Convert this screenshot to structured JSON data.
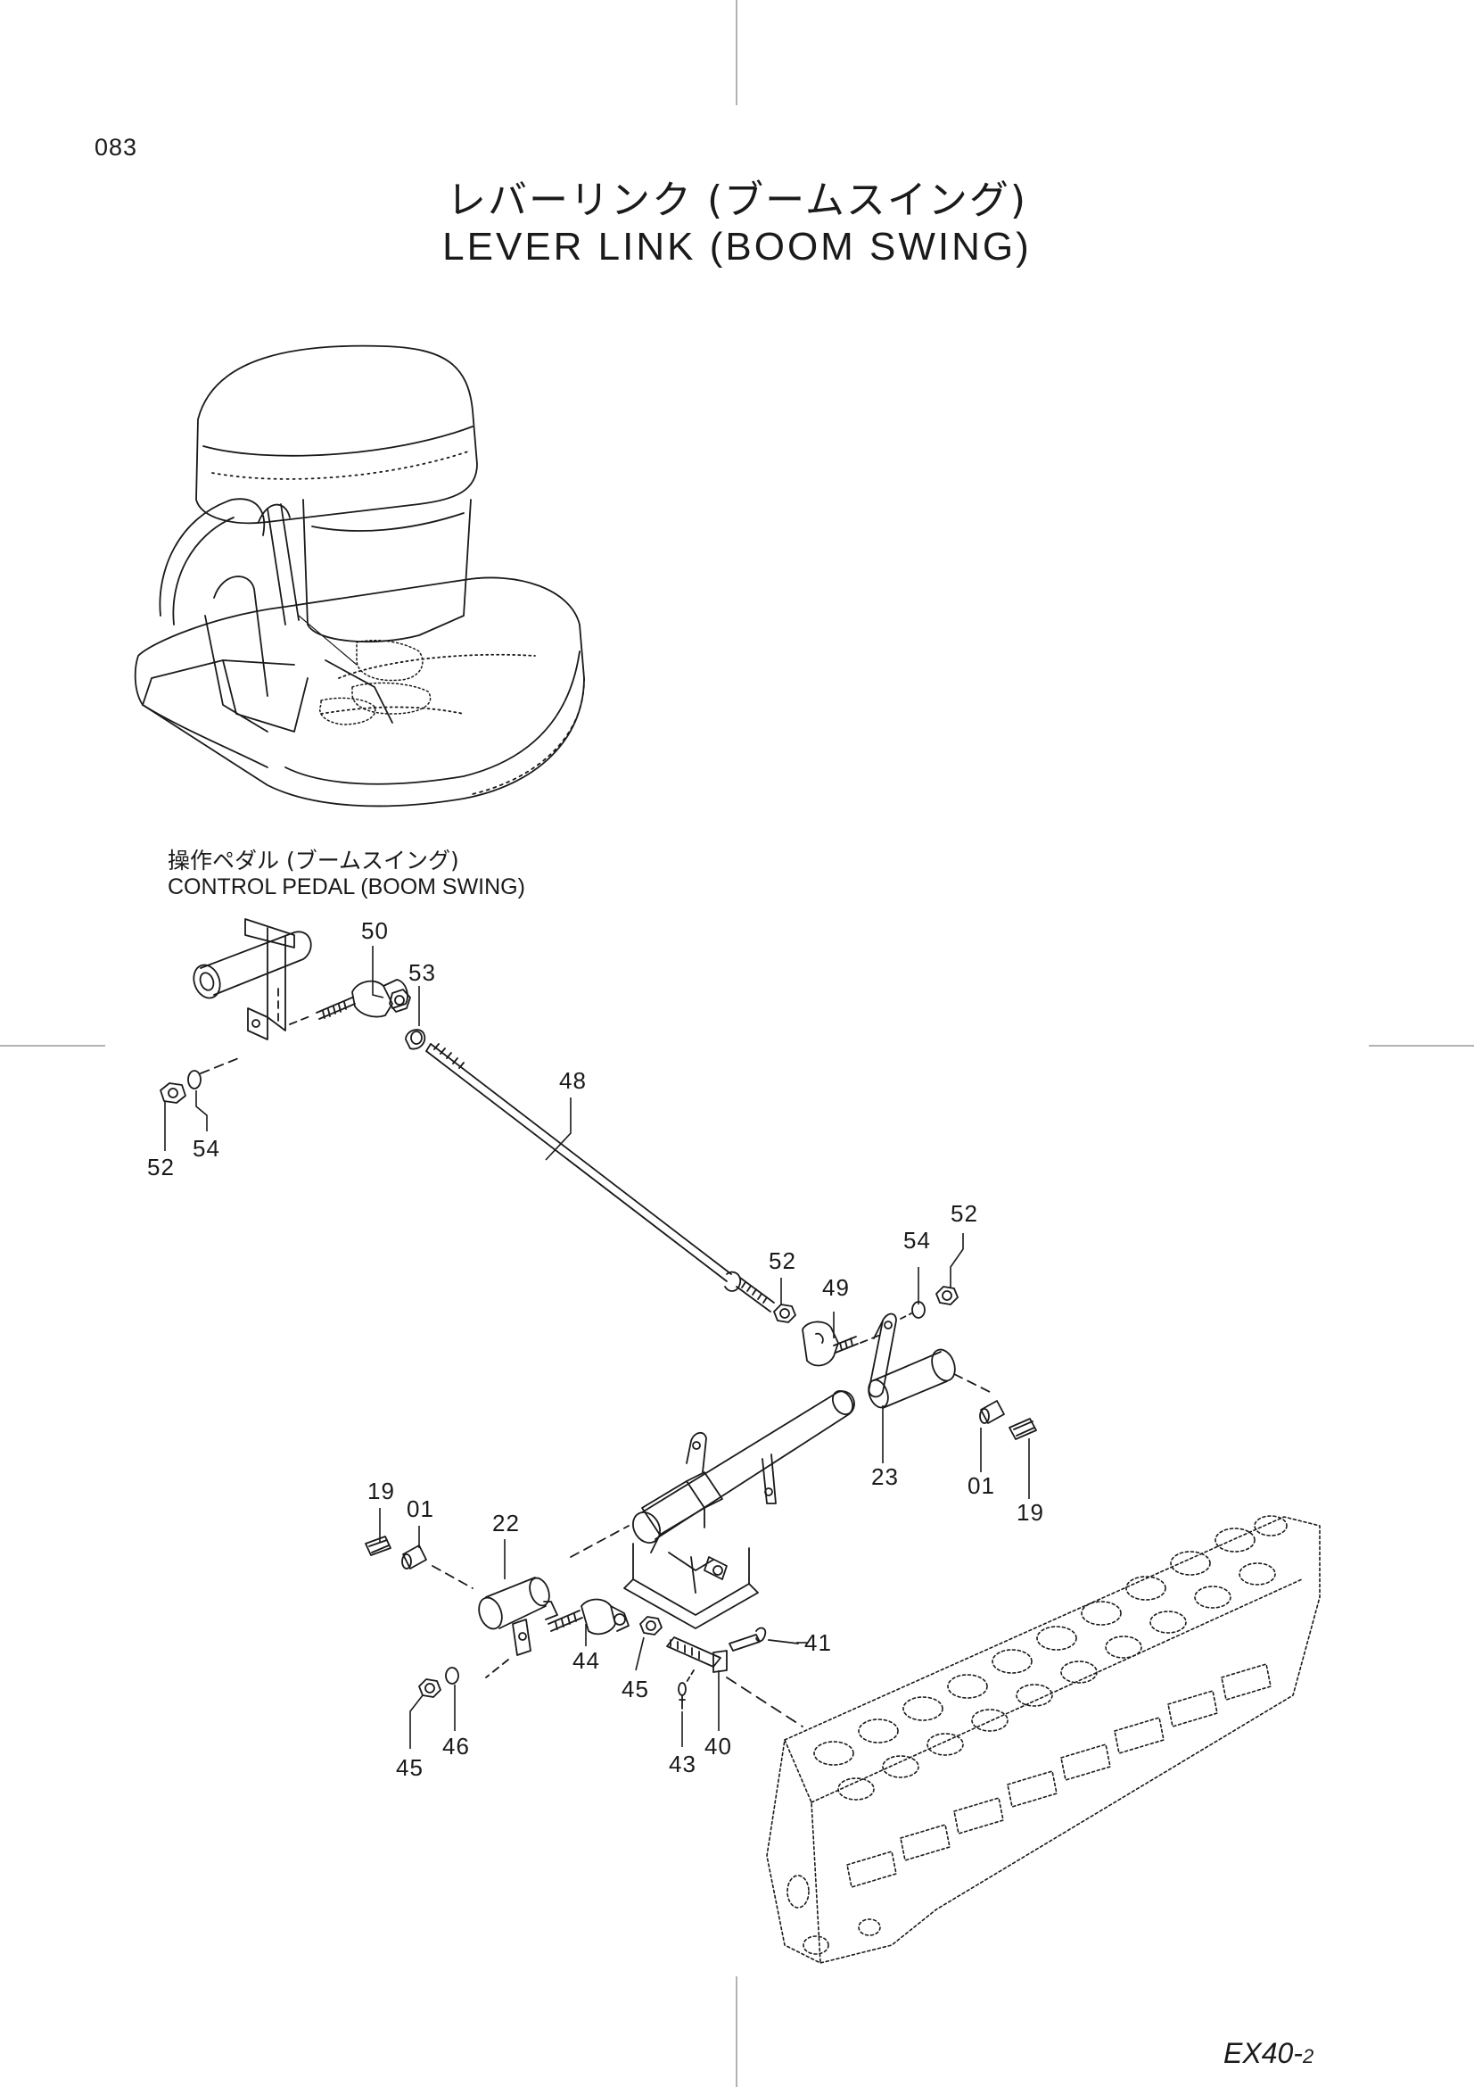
{
  "page_number": "083",
  "title": {
    "japanese": "レバーリンク (ブームスイング)",
    "english": "LEVER LINK  (BOOM  SWING)"
  },
  "subassembly": {
    "japanese": "操作ペダル (ブームスイング)",
    "english": "CONTROL PEDAL  (BOOM SWING)"
  },
  "model": {
    "main": "EX40-",
    "suffix": "2"
  },
  "callouts": [
    "50",
    "53",
    "48",
    "52",
    "54",
    "52",
    "54",
    "52",
    "49",
    "23",
    "01",
    "19",
    "19",
    "01",
    "22",
    "44",
    "45",
    "41",
    "46",
    "45",
    "40",
    "43"
  ]
}
